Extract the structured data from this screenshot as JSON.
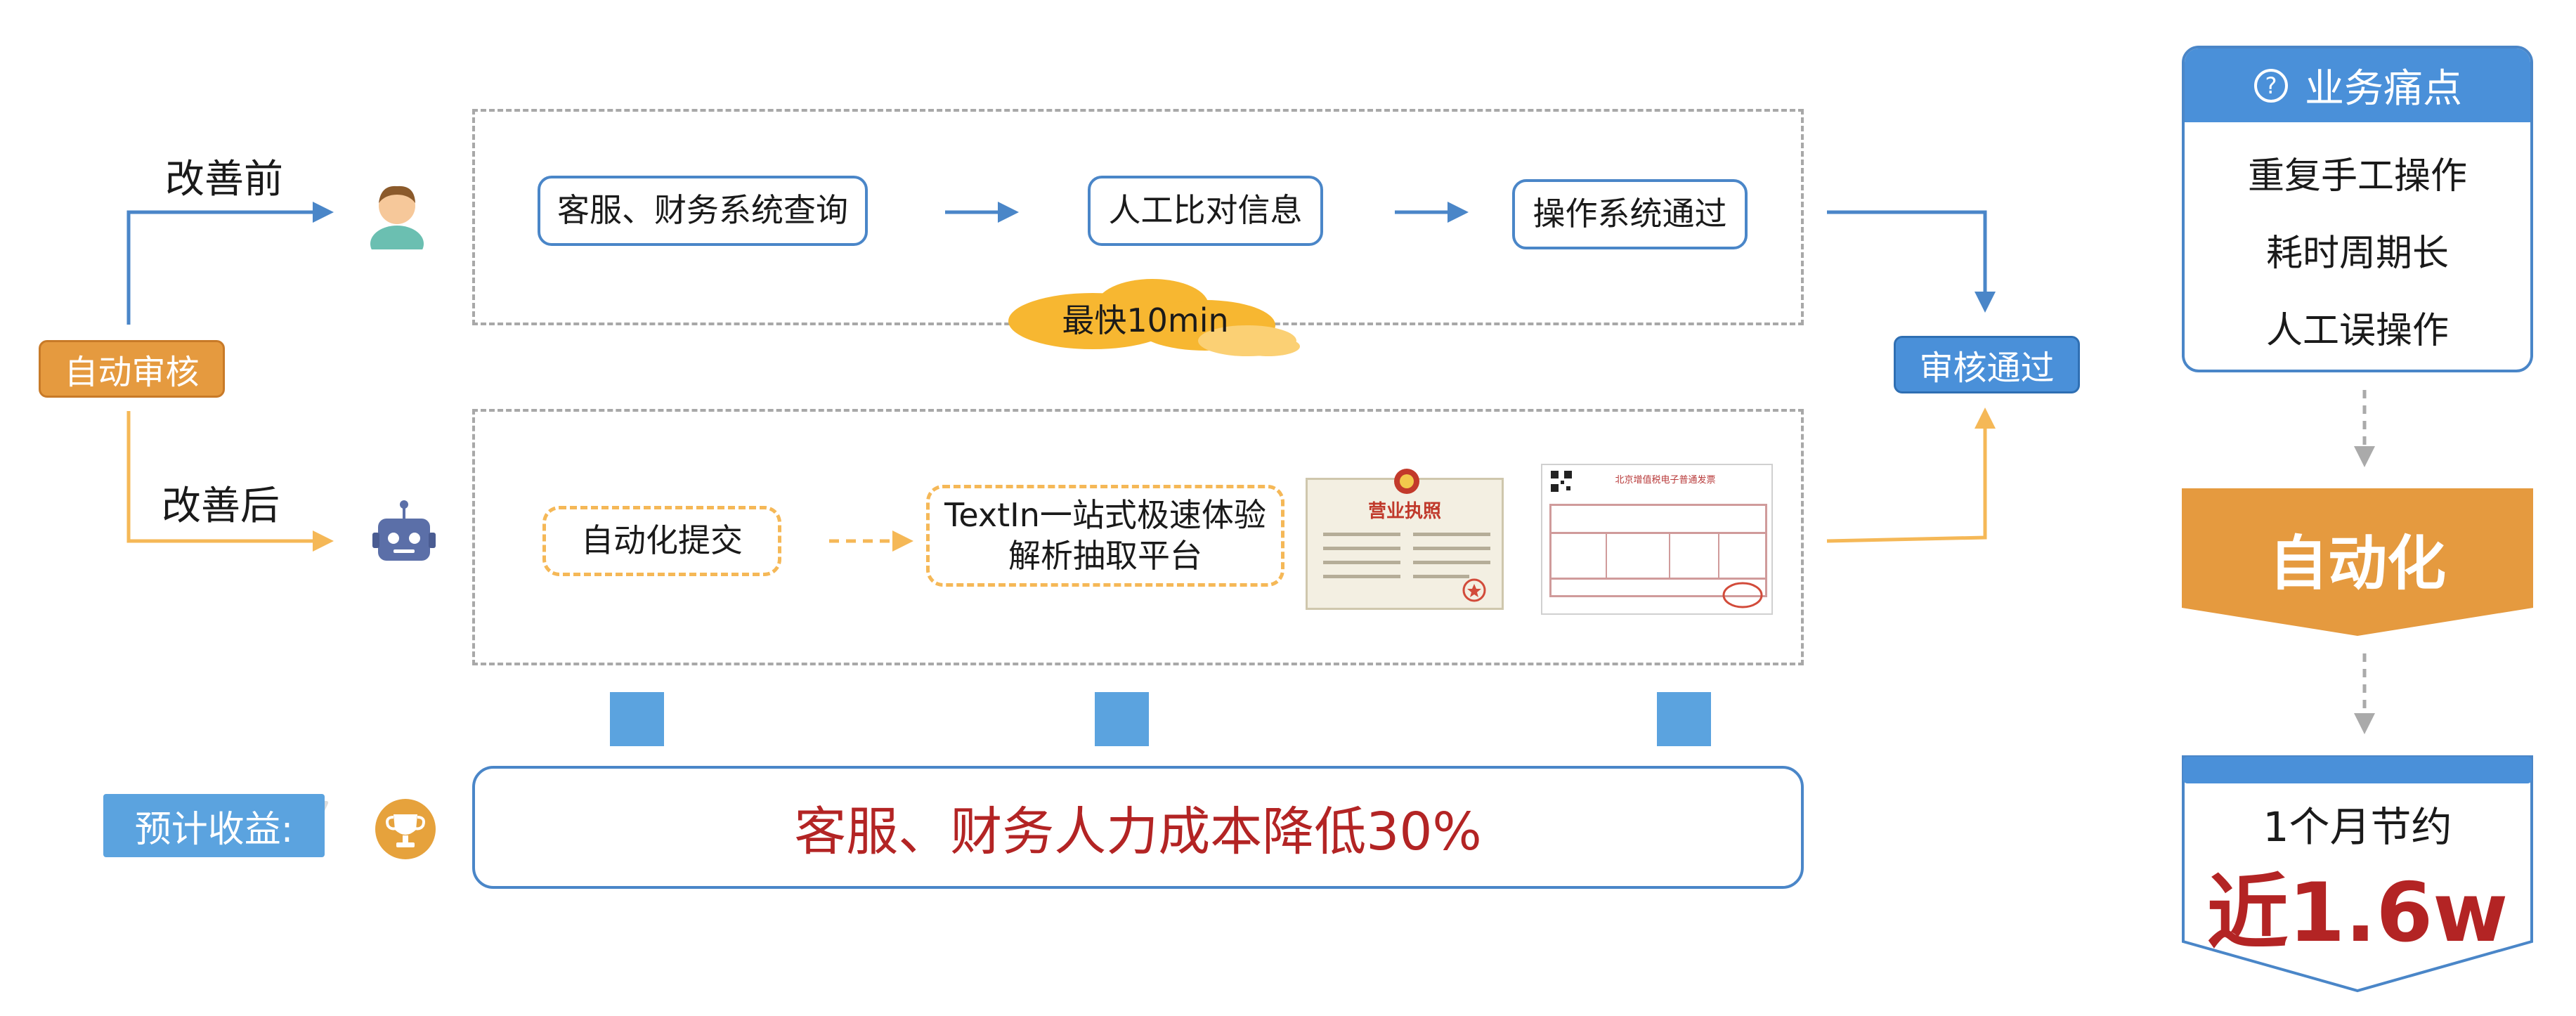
{
  "labels": {
    "auto_review": "自动审核",
    "before": "改善前",
    "after": "改善后",
    "approved": "审核通过"
  },
  "before_flow": {
    "step1": "客服、财务系统查询",
    "step2": "人工比对信息",
    "step3": "操作系统通过",
    "cloud": "最快10min"
  },
  "after_flow": {
    "step1": "自动化提交",
    "step2_line1": "TextIn一站式极速体验",
    "step2_line2": "解析抽取平台",
    "doc1_title": "营业执照",
    "doc2_title": "北京增值税电子普通发票"
  },
  "benefit": {
    "label": "预计收益:",
    "text": "客服、财务人力成本降低30%"
  },
  "pain_points": {
    "title": "业务痛点",
    "items": [
      "重复手工操作",
      "耗时周期长",
      "人工误操作"
    ]
  },
  "automation": "自动化",
  "savings": {
    "line1": "1个月节约",
    "value": "近1.6w"
  },
  "colors": {
    "blue": "#4a86c8",
    "orange": "#e59a3f",
    "yellow": "#f5b857",
    "red": "#b32424",
    "light_blue": "#5ba3df"
  }
}
